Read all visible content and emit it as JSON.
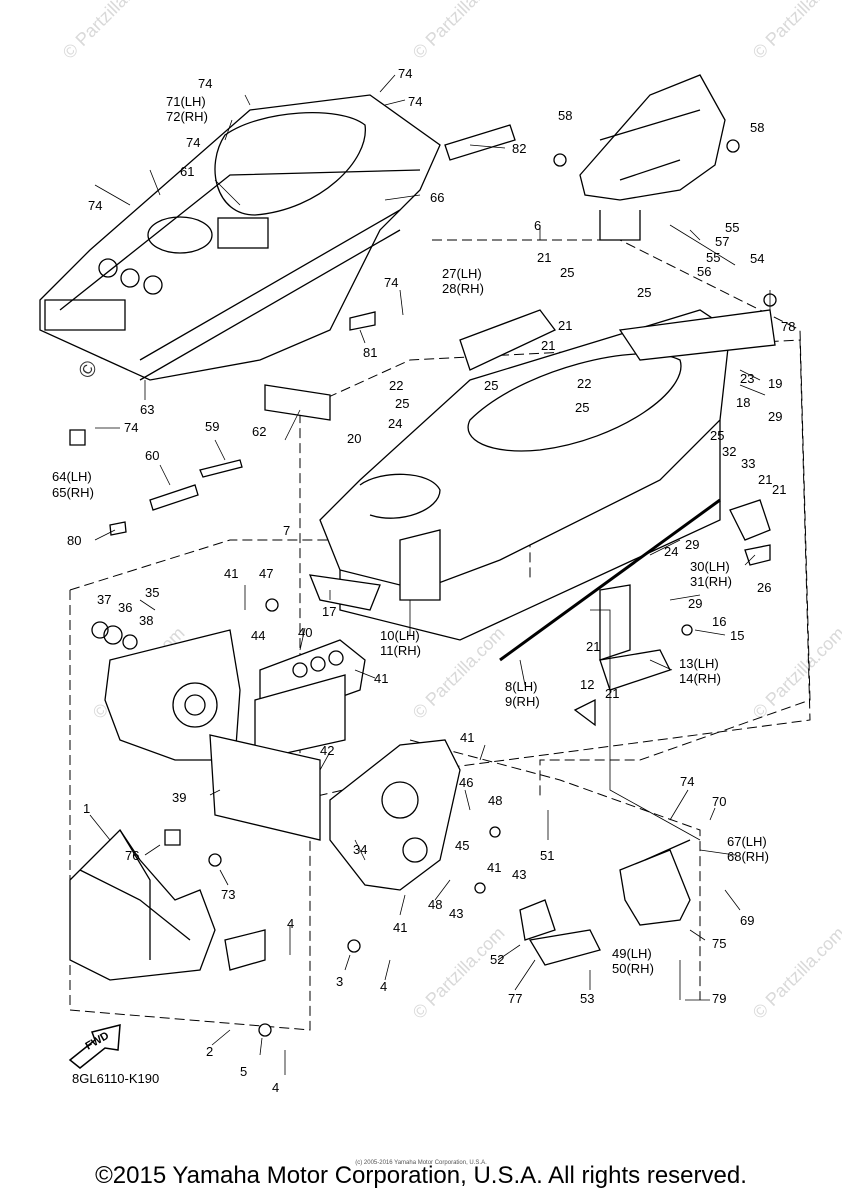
{
  "diagram": {
    "doc_code": "8GL6110-K190",
    "copyright": "©2015 Yamaha Motor Corporation, U.S.A. All rights reserved.",
    "small_copyright": "(c) 2005-2016 Yamaha Motor Corporation, U.S.A.",
    "watermark": "© Partzilla.com",
    "fwd_label": "FWD",
    "callouts": {
      "c1": "1",
      "c2": "2",
      "c3": "3",
      "c4a": "4",
      "c4b": "4",
      "c4c": "4",
      "c5": "5",
      "c6": "6",
      "c7": "7",
      "c8": "8(LH)",
      "c9": "9(RH)",
      "c10": "10(LH)",
      "c11": "11(RH)",
      "c12": "12",
      "c13": "13(LH)",
      "c14": "14(RH)",
      "c15": "15",
      "c16": "16",
      "c17": "17",
      "c18": "18",
      "c19": "19",
      "c20": "20",
      "c21a": "21",
      "c21b": "21",
      "c21c": "21",
      "c21d": "21",
      "c21e": "21",
      "c21f": "21",
      "c21g": "21",
      "c22a": "22",
      "c22b": "22",
      "c23": "23",
      "c24a": "24",
      "c24b": "24",
      "c25a": "25",
      "c25b": "25",
      "c25c": "25",
      "c25d": "25",
      "c25e": "25",
      "c26": "26",
      "c27": "27(LH)",
      "c28": "28(RH)",
      "c29a": "29",
      "c29b": "29",
      "c29c": "29",
      "c30": "30(LH)",
      "c31": "31(RH)",
      "c32": "32",
      "c33": "33",
      "c34": "34",
      "c35": "35",
      "c36": "36",
      "c37": "37",
      "c38": "38",
      "c39": "39",
      "c40": "40",
      "c41a": "41",
      "c41b": "41",
      "c41c": "41",
      "c41d": "41",
      "c41e": "41",
      "c42": "42",
      "c43a": "43",
      "c43b": "43",
      "c44": "44",
      "c45": "45",
      "c46": "46",
      "c47": "47",
      "c48a": "48",
      "c48b": "48",
      "c49": "49(LH)",
      "c50": "50(RH)",
      "c51": "51",
      "c52": "52",
      "c53": "53",
      "c54": "54",
      "c55a": "55",
      "c55b": "55",
      "c56": "56",
      "c57": "57",
      "c58a": "58",
      "c58b": "58",
      "c59": "59",
      "c60": "60",
      "c61": "61",
      "c62": "62",
      "c63": "63",
      "c64": "64(LH)",
      "c65": "65(RH)",
      "c66": "66",
      "c67": "67(LH)",
      "c68": "68(RH)",
      "c69": "69",
      "c70": "70",
      "c71": "71(LH)",
      "c72": "72(RH)",
      "c73": "73",
      "c74a": "74",
      "c74b": "74",
      "c74c": "74",
      "c74d": "74",
      "c74e": "74",
      "c74f": "74",
      "c74g": "74",
      "c74h": "74",
      "c75": "75",
      "c76": "76",
      "c77": "77",
      "c78": "78",
      "c79": "79",
      "c80": "80",
      "c81": "81",
      "c82": "82"
    }
  }
}
